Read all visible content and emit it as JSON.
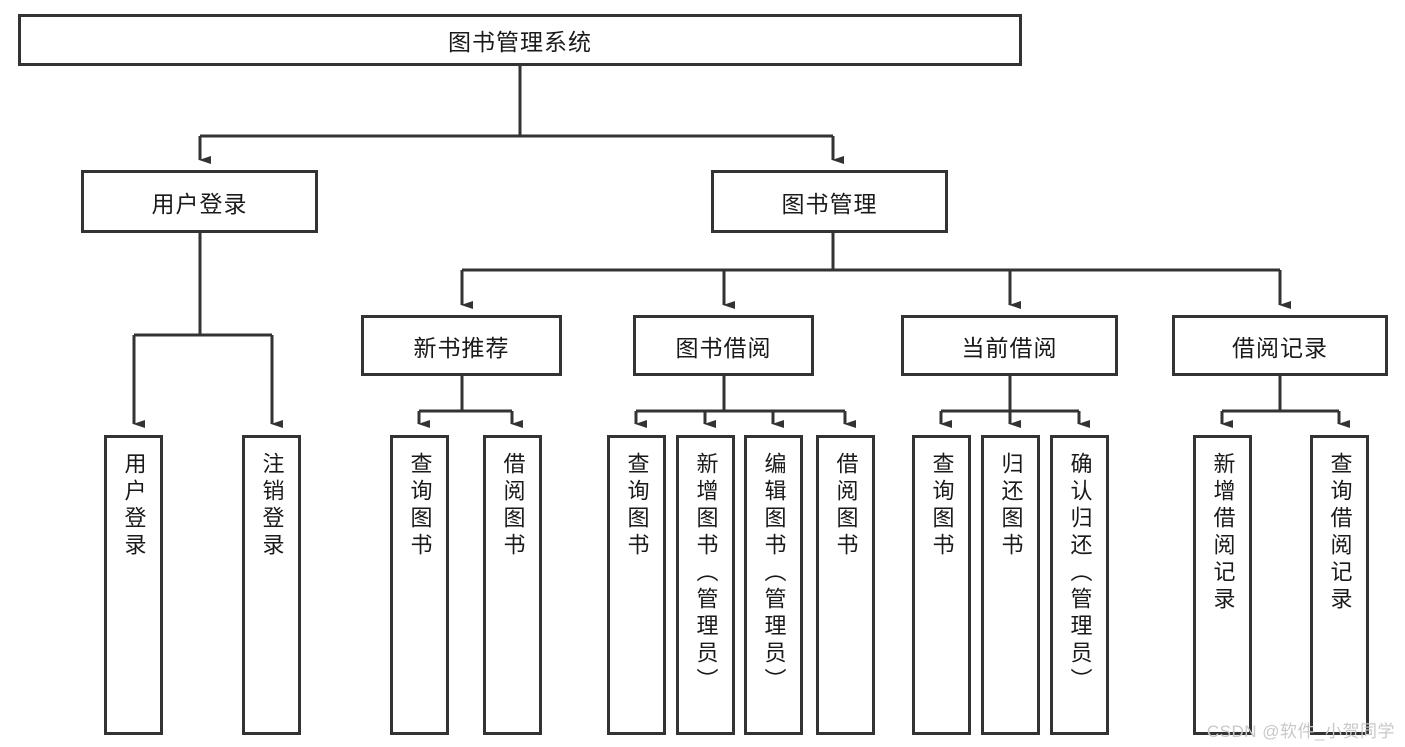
{
  "diagram": {
    "type": "tree",
    "title": "图书管理系统",
    "orientation": "top-down",
    "colors": {
      "box_border": "#333333",
      "box_fill": "#ffffff",
      "edge": "#333333",
      "text": "#1a1a1a",
      "watermark": "#c8c8c8",
      "background": "#ffffff"
    },
    "root": {
      "label": "图书管理系统"
    },
    "level2": [
      {
        "label": "用户登录"
      },
      {
        "label": "图书管理"
      }
    ],
    "level3": [
      {
        "label": "新书推荐"
      },
      {
        "label": "图书借阅"
      },
      {
        "label": "当前借阅"
      },
      {
        "label": "借阅记录"
      }
    ],
    "leaves": {
      "user_login": [
        {
          "label": "用户登录"
        },
        {
          "label": "注销登录"
        }
      ],
      "new_book_recommend": [
        {
          "label": "查询图书"
        },
        {
          "label": "借阅图书"
        }
      ],
      "book_borrow": [
        {
          "label": "查询图书"
        },
        {
          "label": "新增图书（管理员）"
        },
        {
          "label": "编辑图书（管理员）"
        },
        {
          "label": "借阅图书"
        }
      ],
      "current_borrow": [
        {
          "label": "查询图书"
        },
        {
          "label": "归还图书"
        },
        {
          "label": "确认归还（管理员）"
        }
      ],
      "borrow_record": [
        {
          "label": "新增借阅记录"
        },
        {
          "label": "查询借阅记录"
        }
      ]
    }
  },
  "watermark": {
    "text": "CSDN @软件_小贺同学"
  }
}
